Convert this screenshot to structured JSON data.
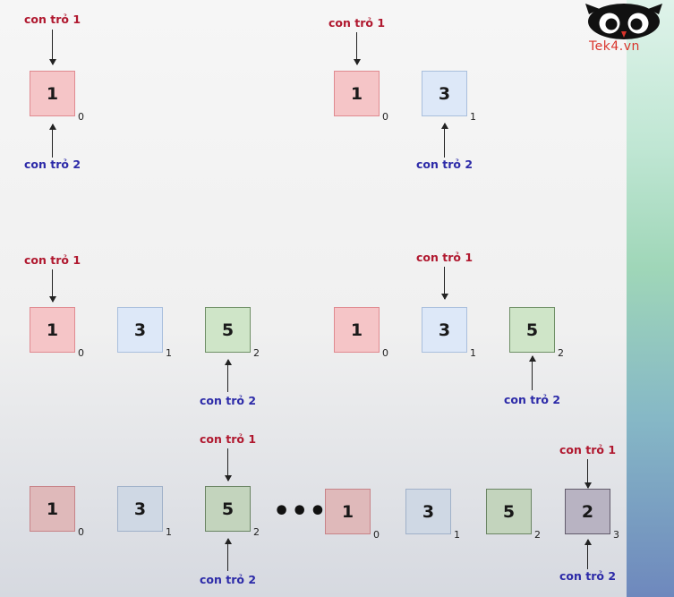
{
  "colors": {
    "box_red": "#f5c5c7",
    "box_red_border": "#e08a90",
    "box_blue": "#dde8f8",
    "box_blue_border": "#a9bfdd",
    "box_green": "#cfe5c8",
    "box_green_border": "#6f8f66",
    "box_purple": "#c7c0d3",
    "box_purple_border": "#6a6176",
    "pointer1": "#b0182f",
    "pointer2": "#2c2aa8",
    "logo_red": "#d9342b"
  },
  "logo": {
    "text": "Tek4.vn",
    "icon": "owl-eyes-icon"
  },
  "ellipsis": "•••",
  "panels": [
    {
      "name": "panel-1",
      "cells": [
        {
          "value": "1",
          "index": "0",
          "color": "red"
        }
      ],
      "pointer1": {
        "label": "con trỏ 1",
        "at": 0
      },
      "pointer2": {
        "label": "con trỏ 2",
        "at": 0
      }
    },
    {
      "name": "panel-2",
      "cells": [
        {
          "value": "1",
          "index": "0",
          "color": "red"
        },
        {
          "value": "3",
          "index": "1",
          "color": "blue"
        }
      ],
      "pointer1": {
        "label": "con trỏ 1",
        "at": 0
      },
      "pointer2": {
        "label": "con trỏ 2",
        "at": 1
      }
    },
    {
      "name": "panel-3",
      "cells": [
        {
          "value": "1",
          "index": "0",
          "color": "red"
        },
        {
          "value": "3",
          "index": "1",
          "color": "blue"
        },
        {
          "value": "5",
          "index": "2",
          "color": "green"
        }
      ],
      "pointer1": {
        "label": "con trỏ 1",
        "at": 0
      },
      "pointer2": {
        "label": "con trỏ 2",
        "at": 2
      }
    },
    {
      "name": "panel-4",
      "cells": [
        {
          "value": "1",
          "index": "0",
          "color": "red"
        },
        {
          "value": "3",
          "index": "1",
          "color": "blue"
        },
        {
          "value": "5",
          "index": "2",
          "color": "green"
        }
      ],
      "pointer1": {
        "label": "con trỏ 1",
        "at": 1
      },
      "pointer2": {
        "label": "con trỏ 2",
        "at": 2
      }
    },
    {
      "name": "panel-5",
      "cells": [
        {
          "value": "1",
          "index": "0",
          "color": "red"
        },
        {
          "value": "3",
          "index": "1",
          "color": "blue"
        },
        {
          "value": "5",
          "index": "2",
          "color": "green"
        }
      ],
      "pointer1": {
        "label": "con trỏ 1",
        "at": 2
      },
      "pointer2": {
        "label": "con trỏ 2",
        "at": 2
      }
    },
    {
      "name": "panel-6",
      "cells": [
        {
          "value": "1",
          "index": "0",
          "color": "red"
        },
        {
          "value": "3",
          "index": "1",
          "color": "blue"
        },
        {
          "value": "5",
          "index": "2",
          "color": "green"
        },
        {
          "value": "2",
          "index": "3",
          "color": "purple"
        }
      ],
      "pointer1": {
        "label": "con trỏ 1",
        "at": 3
      },
      "pointer2": {
        "label": "con trỏ 2",
        "at": 3
      }
    }
  ]
}
